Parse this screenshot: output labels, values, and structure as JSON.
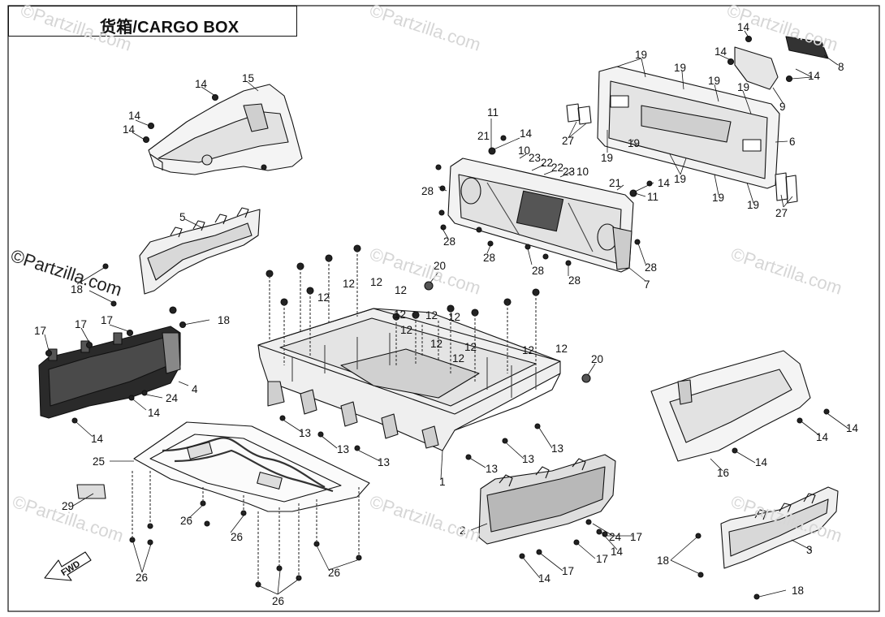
{
  "title": "货箱/CARGO BOX",
  "copyright": "©Partzilla.com",
  "watermark": "©Partzilla.com",
  "fwd_label": "FWD",
  "callouts": [
    "1",
    "2",
    "3",
    "4",
    "5",
    "6",
    "7",
    "8",
    "9",
    "10",
    "11",
    "12",
    "13",
    "14",
    "15",
    "16",
    "17",
    "18",
    "19",
    "20",
    "21",
    "22",
    "23",
    "24",
    "25",
    "26",
    "27",
    "28",
    "29"
  ]
}
